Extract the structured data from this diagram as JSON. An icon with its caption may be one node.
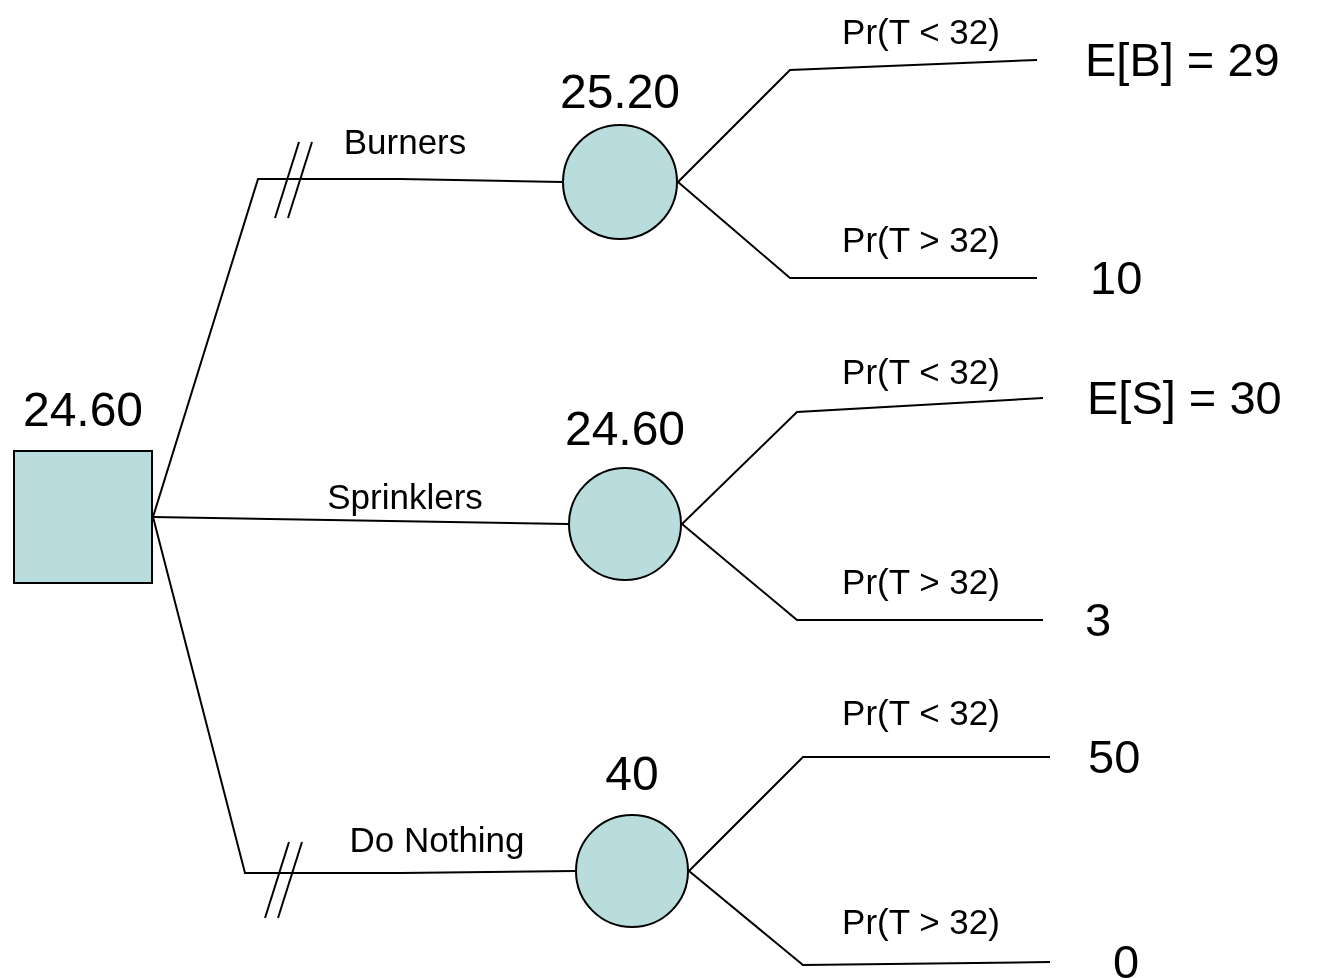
{
  "diagram": {
    "nodes": [
      {
        "text": [
          "24.60"
        ]
      },
      {
        "text": [
          "25.20"
        ]
      },
      {
        "text": [
          "24.60"
        ]
      },
      {
        "text": [
          "40"
        ]
      },
      {
        "text": [
          "E[B] = 29"
        ]
      },
      {
        "text": [
          "10"
        ]
      },
      {
        "text": [
          "E[S] = 30"
        ]
      },
      {
        "text": [
          "3"
        ]
      },
      {
        "text": [
          "50"
        ]
      },
      {
        "text": [
          "0"
        ]
      }
    ],
    "edges": [
      {
        "from": 0,
        "to": 1,
        "arrow": "none",
        "label": "Burners"
      },
      {
        "from": 0,
        "to": 2,
        "arrow": "none",
        "label": "Sprinklers"
      },
      {
        "from": 0,
        "to": 3,
        "arrow": "none",
        "label": "Do Nothing"
      },
      {
        "from": 1,
        "to": 4,
        "arrow": "none",
        "label": "Pr(T < 32)"
      },
      {
        "from": 1,
        "to": 5,
        "arrow": "none",
        "label": "Pr(T > 32)"
      },
      {
        "from": 2,
        "to": 6,
        "arrow": "none",
        "label": "Pr(T < 32)"
      },
      {
        "from": 2,
        "to": 7,
        "arrow": "none",
        "label": "Pr(T > 32)"
      },
      {
        "from": 3,
        "to": 8,
        "arrow": "none",
        "label": "Pr(T < 32)"
      },
      {
        "from": 3,
        "to": 9,
        "arrow": "none",
        "label": "Pr(T > 32)"
      }
    ]
  }
}
